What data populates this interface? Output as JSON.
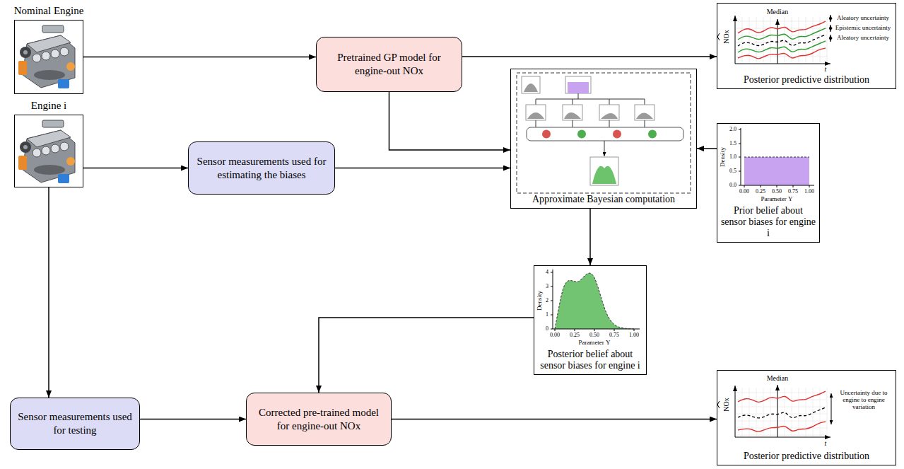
{
  "diagram": {
    "nodes": [
      {
        "text": [
          "Nominal Engine"
        ]
      },
      {
        "text": [
          "Pretrained GP model for engine-out NOx"
        ]
      },
      {
        "text": [
          "Posterior predictive distribution"
        ]
      },
      {
        "text": [
          "Engine i"
        ]
      },
      {
        "text": [
          "Sensor measurements used for estimating the biases"
        ]
      },
      {
        "text": [
          "Approximate Bayesian computation"
        ]
      },
      {
        "text": [
          "Prior belief about sensor biases for engine i"
        ]
      },
      {
        "text": [
          "Posterior belief about sensor biases for engine i"
        ]
      },
      {
        "text": [
          "Sensor measurements used for testing"
        ]
      },
      {
        "text": [
          "Corrected pre-trained model for engine-out NOx"
        ]
      },
      {
        "text": [
          "Posterior predictive distribution"
        ]
      }
    ],
    "edges": [
      {
        "from": 0,
        "to": 1,
        "arrow": "to"
      },
      {
        "from": 1,
        "to": 2,
        "arrow": "to"
      },
      {
        "from": 1,
        "to": 5,
        "arrow": "to"
      },
      {
        "from": 3,
        "to": 4,
        "arrow": "to"
      },
      {
        "from": 4,
        "to": 5,
        "arrow": "to"
      },
      {
        "from": 6,
        "to": 5,
        "arrow": "to"
      },
      {
        "from": 5,
        "to": 7,
        "arrow": "to"
      },
      {
        "from": 3,
        "to": 8,
        "arrow": "to"
      },
      {
        "from": 7,
        "to": 9,
        "arrow": "to"
      },
      {
        "from": 8,
        "to": 9,
        "arrow": "to"
      },
      {
        "from": 9,
        "to": 10,
        "arrow": "to"
      }
    ],
    "labels": [
      "Median",
      "NOx",
      "Aleatory uncertainty",
      "Epistemic uncertainty",
      "Aleatory uncertainty",
      "t",
      "2.0",
      "1.5",
      "1.0",
      "0.5",
      "0.0",
      "0.00",
      "0.25",
      "0.50",
      "0.75",
      "1.00",
      "Density",
      "Parameter Υ",
      "4",
      "3",
      "2",
      "1",
      "0",
      "0.00",
      "0.25",
      "0.50",
      "0.75",
      "1.00",
      "Density",
      "Parameter Υ",
      "Median",
      "NOx",
      "t",
      "Uncertainty due to engine to engine variation"
    ]
  }
}
